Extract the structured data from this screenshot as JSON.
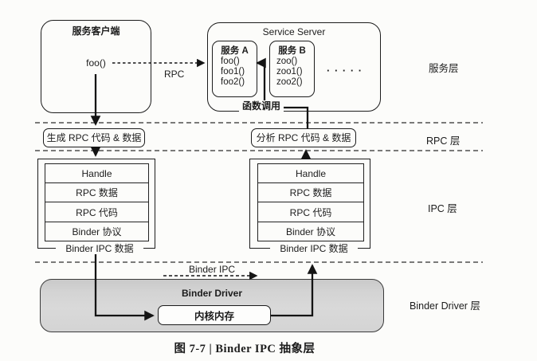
{
  "client": {
    "title": "服务客户端",
    "method": "foo()"
  },
  "server": {
    "title": "Service Server",
    "service_a": {
      "title": "服务 A",
      "methods": [
        "foo()",
        "foo1()",
        "foo2()"
      ]
    },
    "service_b": {
      "title": "服务 B",
      "methods": [
        "zoo()",
        "zoo1()",
        "zoo2()"
      ]
    },
    "ellipsis": "·  ·  ·  ·  ·"
  },
  "labels": {
    "rpc_arrow": "RPC",
    "function_call": "函数调用",
    "binder_ipc_arrow": "Binder IPC"
  },
  "rpc_layer": {
    "generate": "生成 RPC 代码 & 数据",
    "parse": "分析 RPC 代码 & 数据"
  },
  "stacks": {
    "left": {
      "rows": [
        "Handle",
        "RPC 数据",
        "RPC 代码",
        "Binder 协议"
      ],
      "caption": "Binder IPC 数据"
    },
    "right": {
      "rows": [
        "Handle",
        "RPC 数据",
        "RPC 代码",
        "Binder 协议"
      ],
      "caption": "Binder IPC 数据"
    }
  },
  "driver": {
    "title": "Binder Driver",
    "kernel_memory": "内核内存"
  },
  "layer_labels": {
    "service": "服务层",
    "rpc": "RPC 层",
    "ipc": "IPC 层",
    "driver": "Binder Driver 层"
  },
  "figure_caption": "图 7-7 | Binder IPC 抽象层",
  "colors": {
    "line": "#1c1c1c",
    "driver_fill": "#d6d6d6",
    "background": "#fcfcfa"
  }
}
